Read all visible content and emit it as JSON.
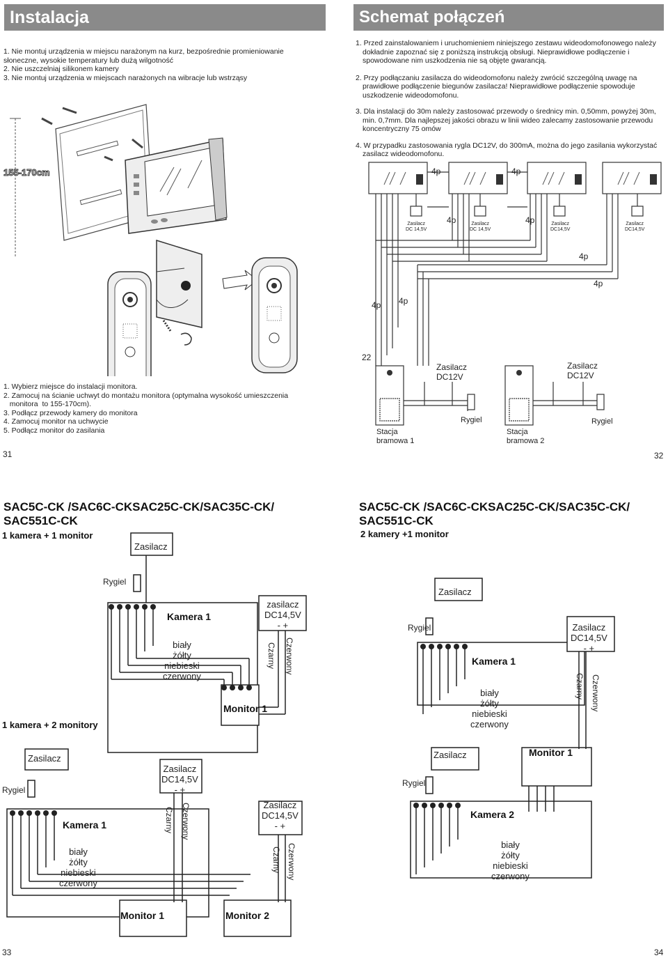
{
  "page31": {
    "header": "Instalacja",
    "instructions_top": [
      "1. Nie montuj urządzenia w miejscu narażonym na kurz, bezpośrednie promieniowanie",
      "słoneczne, wysokie temperatury lub dużą wilgotność",
      "2. Nie uszczelniaj silikonem kamery",
      "3. Nie montuj urządzenia w miejscach narażonych na wibracje lub wstrząsy"
    ],
    "height_label": "155-170cm",
    "steps": [
      "1. Wybierz miejsce do  instalacji monitora.",
      "2. Zamocuj na ścianie uchwyt do montażu monitora (optymalna wysokość umieszczenia",
      "   monitora  to 155-170cm).",
      "3. Podłącz przewody kamery do monitora",
      "4. Zamocuj monitor na uchwycie",
      "5. Podłącz monitor do zasilania"
    ],
    "page_number": "31"
  },
  "page32": {
    "header": "Schemat połączeń",
    "paragraphs": [
      "1. Przed zainstalowaniem i uruchomieniem niniejszego zestawu wideodomofonowego należy",
      "dokładnie zapoznać się z poniższą instrukcją obsługi. Nieprawidłowe podłączenie i",
      "spowodowane nim uszkodzenia nie są objęte gwarancją.",
      "2. Przy podłączaniu zasilacza do wideodomofonu należy zwrócić szczególną uwagę  na",
      "prawidłowe podłączenie biegunów zasilacza! Nieprawidłowe podłączenie spowoduje",
      "uszkodzenie wideodomofonu.",
      "3. Dla instalacji do 30m należy zastosować  przewody o średnicy min. 0,50mm, powyżej 30m,",
      "min. 0,7mm. Dla najlepszej  jakości obrazu w linii wideo zalecamy zastosowanie przewodu",
      "koncentryczny 75 omów",
      "4. W przypadku zastosowania rygla DC12V,  do 300mA, można do jego zasilania wykorzystać",
      "zasilacz wideodomofonu."
    ],
    "wire_4p": "4p",
    "wire_22": "22",
    "psu_label": "Zasilacz",
    "psu_dc_a": "DC 14,5V",
    "psu_dc_b": "DC14,5V",
    "psu_dc12": "Zasilacz",
    "psu_dc12_v": "DC12V",
    "lock": "Rygiel",
    "gate1_a": "Stacja",
    "gate1_b": "bramowa 1",
    "gate2_a": "Stacja",
    "gate2_b": "bramowa 2",
    "page_number": "32"
  },
  "page33": {
    "model_line1": "SAC5C-CK /SAC6C-CKSAC25C-CK/SAC35C-CK/",
    "model_line2": "SAC551C-CK",
    "config1": "1 kamera + 1 monitor",
    "config2": "1 kamera + 2 monitory",
    "zasilacz": "Zasilacz",
    "zasilacz_lower": "zasilacz",
    "dc": "DC14,5V",
    "polarity": "-  +",
    "rygiel": "Rygiel",
    "kamera1": "Kamera 1",
    "monitor1": "Monitor 1",
    "monitor2": "Monitor 2",
    "wires": [
      "biały",
      "żółty",
      "niebieski",
      "czerwony"
    ],
    "czarny": "Czarny",
    "czerwony": "Czerwony",
    "page_number": "33"
  },
  "page34": {
    "model_line1": "SAC5C-CK /SAC6C-CKSAC25C-CK/SAC35C-CK/",
    "model_line2": "SAC551C-CK",
    "config": "2 kamery +1 monitor",
    "zasilacz": "Zasilacz",
    "dc": "DC14,5V",
    "polarity": "-  +",
    "rygiel": "Rygiel",
    "kamera1": "Kamera 1",
    "kamera2": "Kamera 2",
    "monitor1": "Monitor 1",
    "wires": [
      "biały",
      "żółty",
      "niebieski",
      "czerwony"
    ],
    "czarny": "Czarny",
    "czerwony": "Czerwony",
    "page_number": "34"
  }
}
